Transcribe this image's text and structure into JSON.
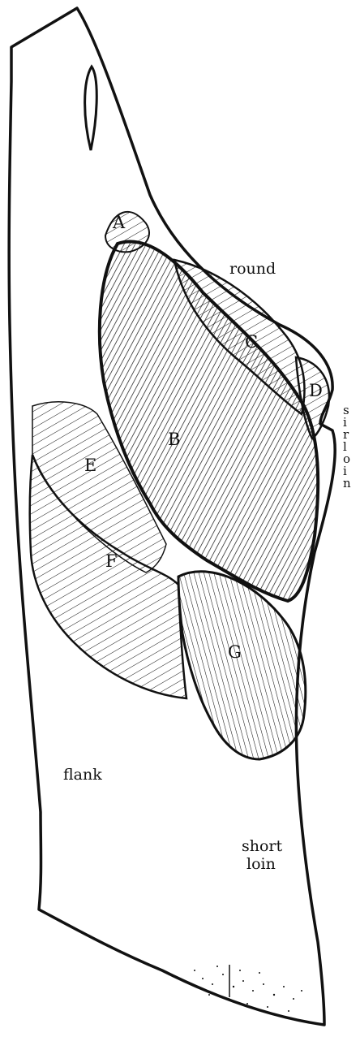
{
  "labels": {
    "a": "A",
    "b": "B",
    "c": "C",
    "d": "D",
    "e": "E",
    "f": "F",
    "g": "G",
    "round": "round",
    "flank": "flank",
    "short_loin_1": "short",
    "short_loin_2": "loin",
    "sirloin": [
      "s",
      "i",
      "r",
      "l",
      "o",
      "i",
      "n"
    ]
  },
  "colors": {
    "ink": "#111111",
    "paper": "#ffffff"
  }
}
